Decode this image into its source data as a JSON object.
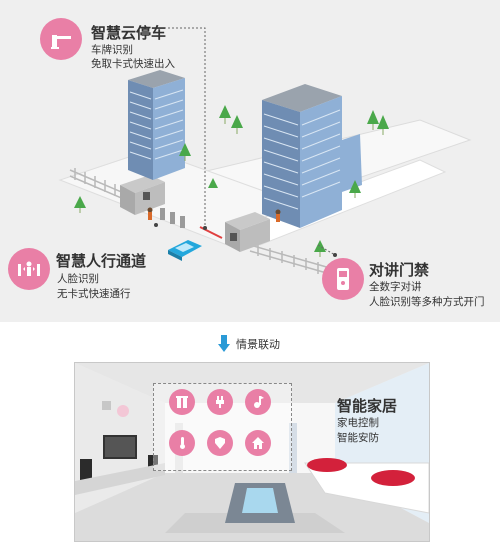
{
  "features": {
    "parking": {
      "icon": "parking-gate-icon",
      "title": "智慧云停车",
      "lines": [
        "车牌识别",
        "免取卡式快速出入"
      ]
    },
    "pedestrian": {
      "icon": "pedestrian-gate-icon",
      "title": "智慧人行通道",
      "lines": [
        "人脸识别",
        "无卡式快速通行"
      ]
    },
    "intercom": {
      "icon": "intercom-panel-icon",
      "title": "对讲门禁",
      "lines": [
        "全数字对讲",
        "人脸识别等多种方式开门"
      ]
    }
  },
  "linkage": {
    "label": "情景联动",
    "icon": "arrow-down-icon"
  },
  "smart_home": {
    "title": "智能家居",
    "lines": [
      "家电控制",
      "智能安防"
    ],
    "icons": [
      "curtain-icon",
      "plug-icon",
      "music-icon",
      "thermometer-icon",
      "shield-icon",
      "home-icon"
    ]
  },
  "colors": {
    "accent": "#e97fa6",
    "arrow": "#2a9ad6",
    "building": "#7d9fc6",
    "ground": "#efefef"
  }
}
